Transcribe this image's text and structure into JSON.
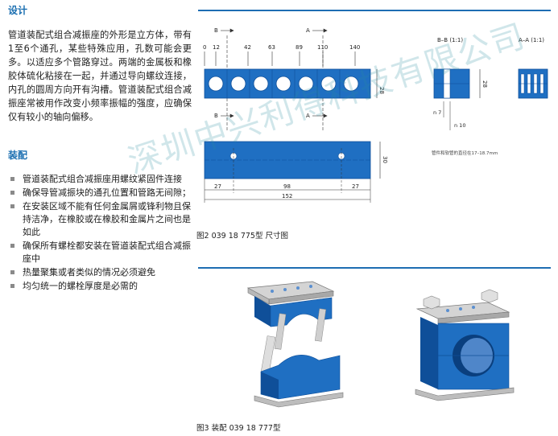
{
  "design": {
    "heading": "设计",
    "paragraph": "管道装配式组合减振座的外形是立方体，带有1至6个通孔，某些特殊应用，孔数可能会更多。以适应多个管路穿过。两端的金属板和橡胶体硫化粘接在一起，并通过导向螺纹连接，内孔的圆周方向开有沟槽。管道装配式组合减振座常被用作改变小频率振幅的强度，应确保仅有较小的轴向偏移。"
  },
  "assembly": {
    "heading": "装配",
    "items": [
      "管道装配式组合减振座用螺纹紧固件连接",
      "确保导管减振块的通孔位置和管路无间隙；",
      "在安装区域不能有任何金属屑或锋利物且保持洁净，在橡胶或在橡胶和金属片之间也是如此",
      "确保所有螺栓都安装在管道装配式组合减振座中",
      "热量聚集或者类似的情况必须避免",
      "均匀统一的螺栓厚度是必需的"
    ]
  },
  "figure2": {
    "caption": "图2  039 18 775型 尺寸图",
    "top_dims": [
      "0",
      "12",
      "42",
      "63",
      "89",
      "110",
      "140"
    ],
    "section_B_top": "B",
    "section_A_top": "A",
    "section_B_bottom": "B",
    "section_A_bottom": "A",
    "height_front": "28",
    "bb_label": "B–B (1:1)",
    "aa_label": "A–A (1:1)",
    "bb_height": "28",
    "n7": "n 7",
    "n10": "n 10",
    "note": "管件和软管的直径在17–18.7mm",
    "side_height": "30",
    "dim_27_left": "27",
    "dim_98": "98",
    "dim_27_right": "27",
    "dim_152": "152"
  },
  "figure3": {
    "caption": "图3 装配 039 18 777型"
  },
  "watermark": "深圳中兴利得科技有限公司",
  "colors": {
    "accent": "#1b6fb1",
    "part_blue": "#1f6fc2",
    "part_blue_dark": "#0f4f99",
    "metal": "#c9c9c9"
  }
}
